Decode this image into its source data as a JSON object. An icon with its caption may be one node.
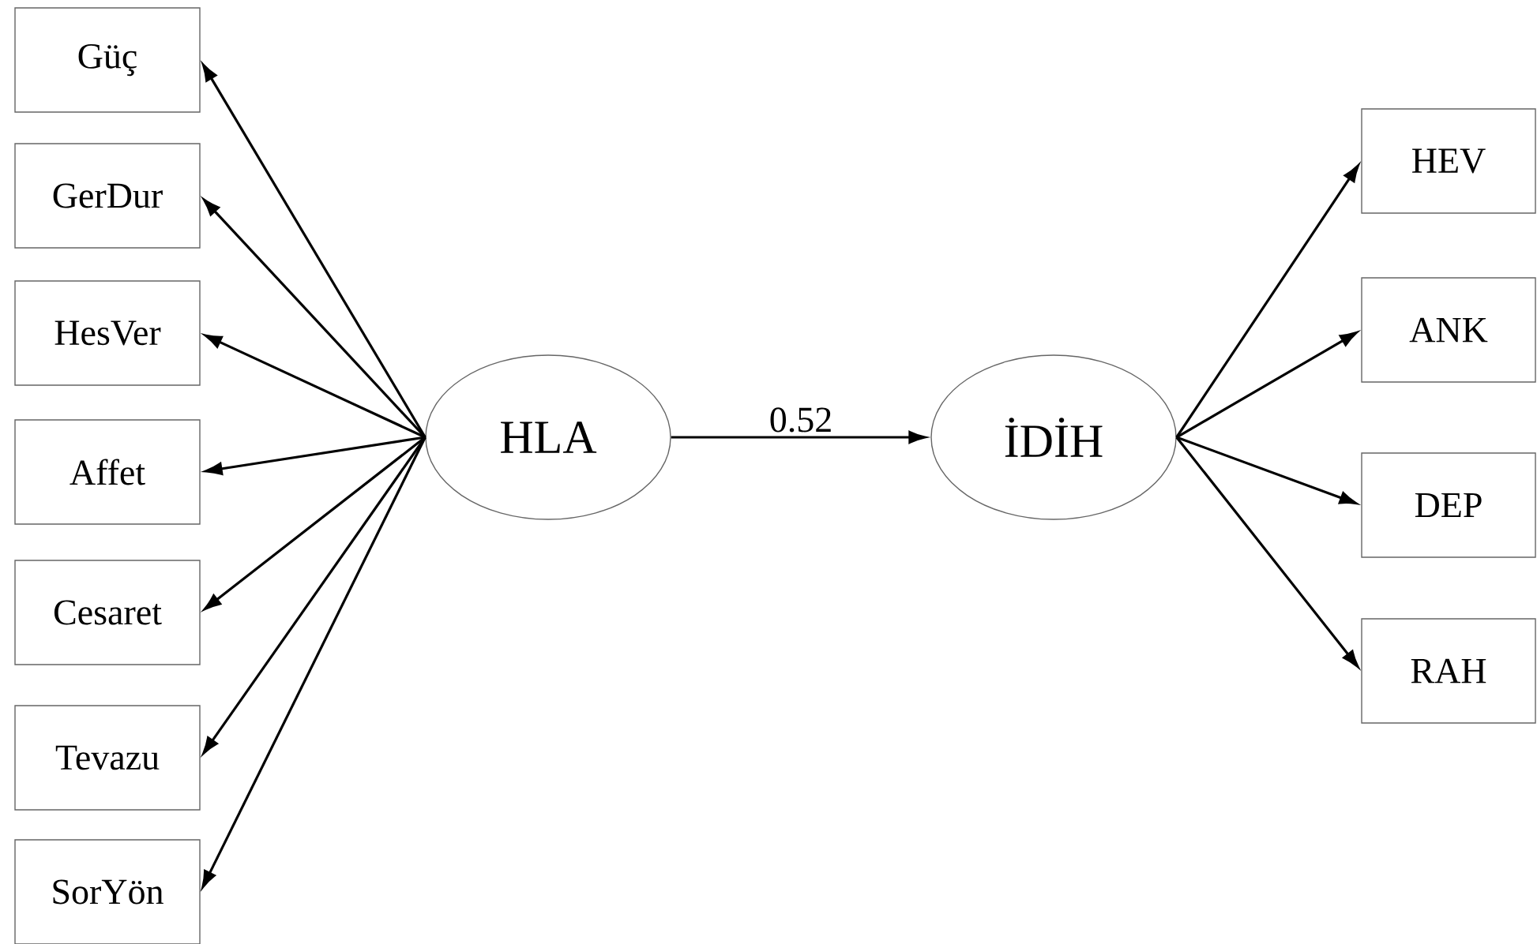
{
  "diagram": {
    "nodes": [
      {
        "text": [
          "Güç"
        ]
      },
      {
        "text": [
          "GerDur"
        ]
      },
      {
        "text": [
          "HesVer"
        ]
      },
      {
        "text": [
          "Affet"
        ]
      },
      {
        "text": [
          "Cesaret"
        ]
      },
      {
        "text": [
          "Tevazu"
        ]
      },
      {
        "text": [
          "SorYön"
        ]
      },
      {
        "text": [
          "HLA"
        ]
      },
      {
        "text": [
          "İDİH"
        ]
      },
      {
        "text": [
          "HEV"
        ]
      },
      {
        "text": [
          "ANK"
        ]
      },
      {
        "text": [
          "DEP"
        ]
      },
      {
        "text": [
          "RAH"
        ]
      }
    ],
    "edges": [
      {
        "from": 7,
        "to": 0,
        "arrow": "to"
      },
      {
        "from": 7,
        "to": 1,
        "arrow": "to"
      },
      {
        "from": 7,
        "to": 2,
        "arrow": "to"
      },
      {
        "from": 7,
        "to": 3,
        "arrow": "to"
      },
      {
        "from": 7,
        "to": 4,
        "arrow": "to"
      },
      {
        "from": 7,
        "to": 5,
        "arrow": "to"
      },
      {
        "from": 7,
        "to": 6,
        "arrow": "to"
      },
      {
        "from": 7,
        "to": 8,
        "arrow": "to",
        "label": "0.52"
      },
      {
        "from": 8,
        "to": 9,
        "arrow": "to"
      },
      {
        "from": 8,
        "to": 10,
        "arrow": "to"
      },
      {
        "from": 8,
        "to": 11,
        "arrow": "to"
      },
      {
        "from": 8,
        "to": 12,
        "arrow": "to"
      }
    ]
  }
}
